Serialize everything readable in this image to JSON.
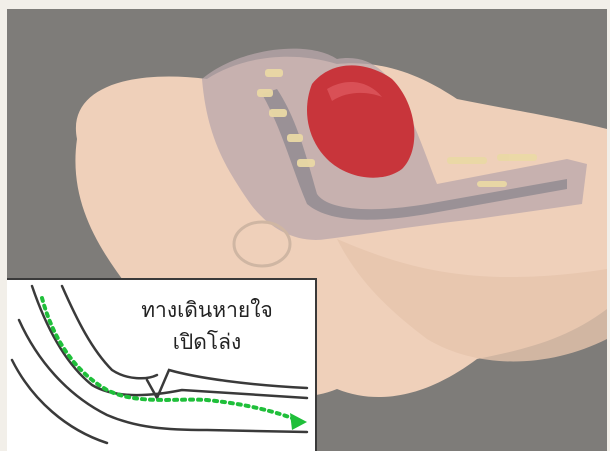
{
  "illustration": {
    "subject": "airway-3d-cross-section"
  },
  "inset": {
    "caption_line1": "ทางเดินหายใจ",
    "caption_line2": "เปิดโล่ง",
    "airflow_color": "#1fbf3a",
    "outline_color": "#3a3a3a"
  },
  "colors": {
    "background": "#7e7c79",
    "skin": "#f0d2bc",
    "tongue": "#c9363c",
    "tissue": "#c9b8b8",
    "bone": "#e9d7a4"
  }
}
